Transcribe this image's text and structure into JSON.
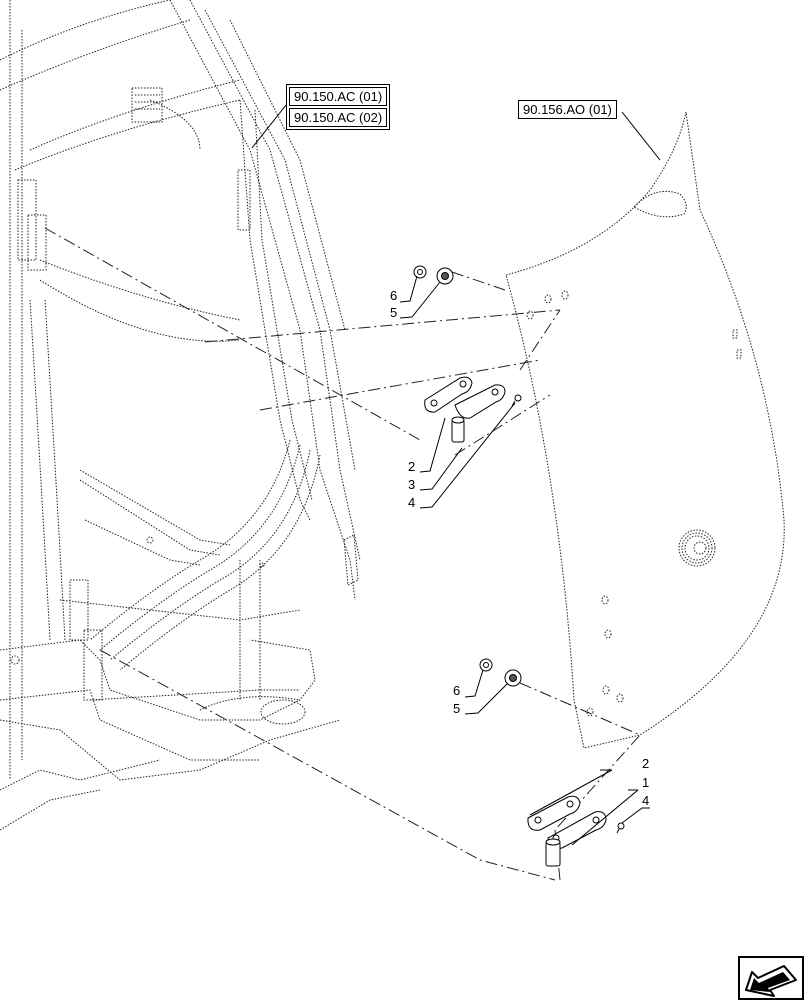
{
  "references": {
    "cab_frame_refs": [
      "90.150.AC (01)",
      "90.150.AC (02)"
    ],
    "door_panel_ref": "90.156.AO (01)"
  },
  "callouts": {
    "upper_washer_small": "6",
    "upper_washer_large": "5",
    "upper_plate": "2",
    "upper_bushing": "3",
    "upper_screw": "4",
    "lower_washer_small": "6",
    "lower_washer_large": "5",
    "lower_plate": "2",
    "lower_hinge": "1",
    "lower_screw": "4"
  },
  "navigation": {
    "icon": "arrow-previous-icon"
  }
}
